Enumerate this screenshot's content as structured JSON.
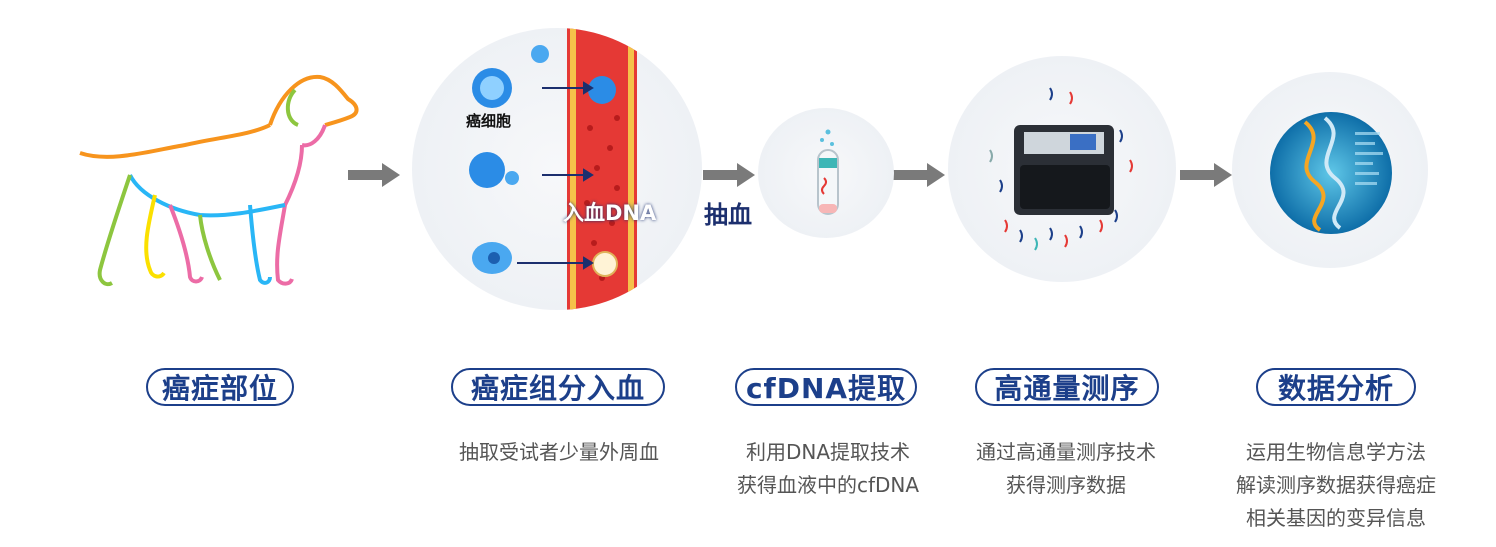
{
  "steps": [
    {
      "title": "癌症部位",
      "desc": []
    },
    {
      "title": "癌症组分入血",
      "desc": [
        "抽取受试者少量外周血"
      ]
    },
    {
      "title": "cfDNA提取",
      "desc": [
        "利用DNA提取技术",
        "获得血液中的cfDNA"
      ]
    },
    {
      "title": "高通量测序",
      "desc": [
        "通过高通量测序技术",
        "获得测序数据"
      ]
    },
    {
      "title": "数据分析",
      "desc": [
        "运用生物信息学方法",
        "解读测序数据获得癌症",
        "相关基因的变异信息"
      ]
    }
  ],
  "image_labels": {
    "cancer_cell": "癌细胞",
    "ctdna": "入血DNA",
    "draw_blood": "抽血"
  },
  "colors": {
    "accent": "#1c3f8a",
    "arrow": "#7a7a7a",
    "vessel": "#e53935"
  },
  "icons": [
    "dog-outline-icon",
    "blood-vessel-icon",
    "test-tube-icon",
    "sequencer-icon",
    "dna-helix-icon"
  ]
}
